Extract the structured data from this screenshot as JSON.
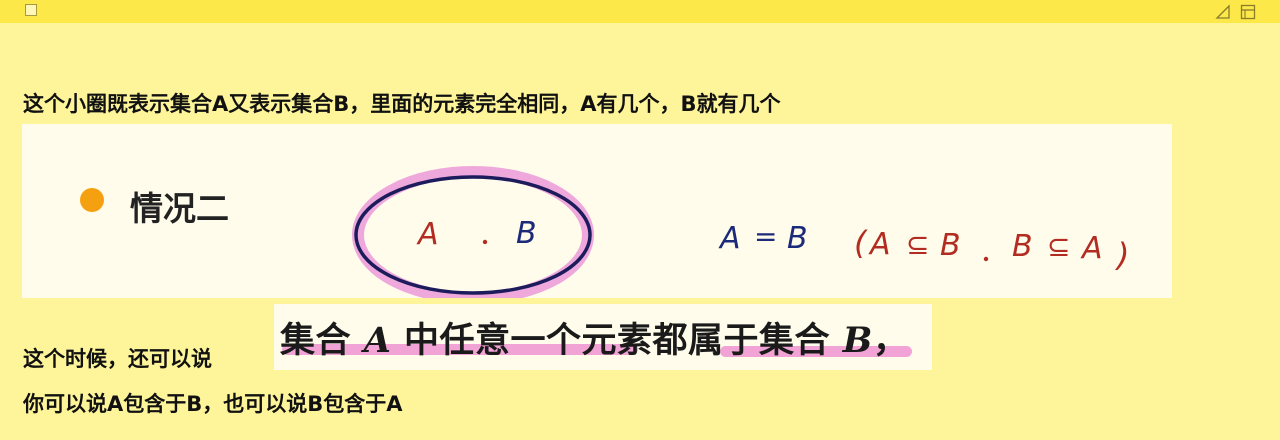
{
  "colors": {
    "note_background": "#fef59b",
    "titlebar": "#fde84a",
    "bullet": "#f5a011",
    "ellipse_fill": "#eea8dc",
    "ellipse_stroke": "#1c1c5c",
    "handwriting_red": "#b22c22",
    "handwriting_blue": "#1c2a7a",
    "highlight_pink": "#f2a3d6"
  },
  "titlebar": {
    "icons": [
      "checkbox-icon",
      "resize-icon",
      "collapse-icon"
    ]
  },
  "note": {
    "line1": "这个小圈既表示集合A又表示集合B，里面的元素完全相同，A有几个，B就有几个",
    "line2": "这个时候，还可以说",
    "line3": "你可以说A包含于B，也可以说B包含于A"
  },
  "diagram": {
    "bullet_label": "情况二",
    "ellipse_label_a": "A",
    "ellipse_label_b": "B",
    "eq_a": "A",
    "eq_sign": "=",
    "eq_b": "B",
    "paren_open": "(",
    "sub1_a": "A",
    "sub1_op": "⊆",
    "sub1_b": "B",
    "sub2_a": "B",
    "sub2_op": "⊆",
    "sub2_b": "A",
    "paren_close": ")"
  },
  "textbook": {
    "part1": "集合 ",
    "var_a": "A",
    "part2": " 中任意一个元素都属于集合 ",
    "var_b": "B",
    "part3": "，"
  }
}
